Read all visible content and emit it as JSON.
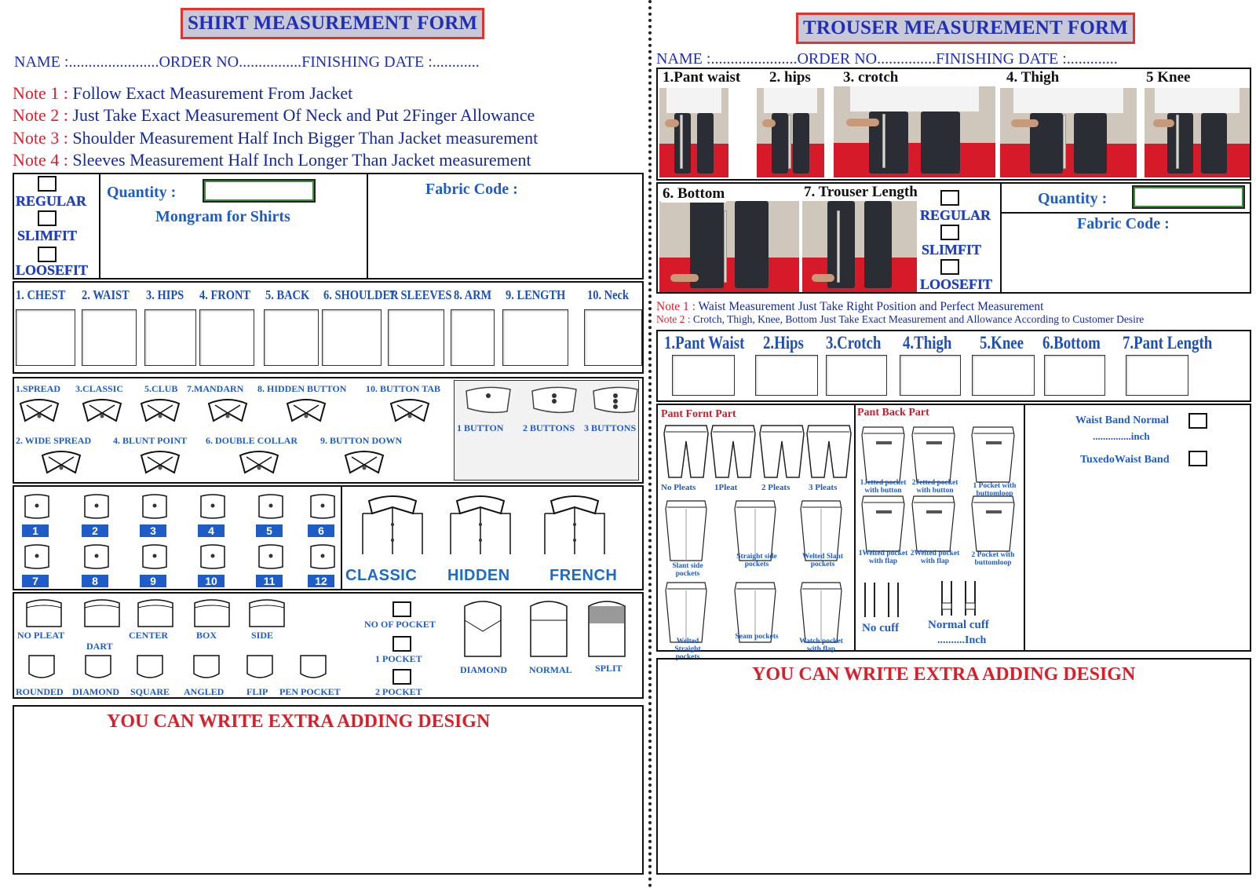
{
  "shirt": {
    "title": "SHIRT MEASUREMENT FORM",
    "header": {
      "name": "NAME",
      "order": "ORDER NO",
      "finishing": "FINISHING DATE"
    },
    "notes": [
      {
        "label": "Note 1 :",
        "text": "Follow  Exact Measurement From Jacket"
      },
      {
        "label": "Note 2 :",
        "text": "Just Take Exact Measurement Of Neck and Put 2Finger Allowance"
      },
      {
        "label": "Note 3 :",
        "text": "Shoulder Measurement Half Inch Bigger Than Jacket measurement"
      },
      {
        "label": "Note 4 :",
        "text": "Sleeves Measurement Half Inch Longer Than Jacket measurement"
      }
    ],
    "fits": [
      "REGULAR",
      "SLIMFIT",
      "LOOSEFIT"
    ],
    "quantity_label": "Quantity :",
    "monogram_label": "Mongram for Shirts",
    "fabric_label": "Fabric Code :",
    "measurements": [
      "1. CHEST",
      "2. WAIST",
      "3. HIPS",
      "4. FRONT",
      "5. BACK",
      "6. SHOULDER",
      "7. SLEEVES",
      "8. ARM",
      "9. LENGTH",
      "10. Neck"
    ],
    "collars_row1": [
      "1.SPREAD",
      "3.CLASSIC",
      "5.CLUB",
      "7.MANDARN",
      "8. HIDDEN BUTTON",
      "10. BUTTON TAB"
    ],
    "collars_row2": [
      "2. WIDE SPREAD",
      "4. BLUNT POINT",
      "6. DOUBLE COLLAR",
      "9. BUTTON DOWN"
    ],
    "buttons": [
      "1 BUTTON",
      "2 BUTTONS",
      "3 BUTTONS"
    ],
    "cuffs": [
      "1",
      "2",
      "3",
      "4",
      "5",
      "6",
      "7",
      "8",
      "9",
      "10",
      "11",
      "12"
    ],
    "placket": [
      "CLASSIC",
      "HIDDEN",
      "FRENCH"
    ],
    "pleats": [
      "NO PLEAT",
      "DART",
      "CENTER",
      "BOX",
      "SIDE"
    ],
    "pocket_styles": [
      "ROUNDED",
      "DIAMOND",
      "SQUARE",
      "ANGLED",
      "FLIP",
      "PEN POCKET"
    ],
    "pocket_count": [
      "NO OF POCKET",
      "1 POCKET",
      "2 POCKET"
    ],
    "yoke": [
      "DIAMOND",
      "NORMAL",
      "SPLIT"
    ],
    "extra": "YOU CAN WRITE EXTRA ADDING DESIGN"
  },
  "trouser": {
    "title": "TROUSER MEASUREMENT FORM",
    "header": {
      "name": "NAME",
      "order": "ORDER NO",
      "finishing": "FINISHING DATE"
    },
    "photos": [
      "1.Pant waist",
      "2. hips",
      "3. crotch",
      "4. Thigh",
      "5 Knee",
      "6. Bottom",
      "7. Trouser Length"
    ],
    "fits": [
      "REGULAR",
      "SLIMFIT",
      "LOOSEFIT"
    ],
    "quantity_label": "Quantity :",
    "fabric_label": "Fabric Code :",
    "notes": [
      {
        "label": "Note 1 :",
        "text": "Waist Measurement Just Take Right Position and Perfect Measurement"
      },
      {
        "label": "Note 2 :",
        "text": "Crotch, Thigh, Knee, Bottom Just Take Exact Measurement and  Allowance According to Customer Desire"
      }
    ],
    "measurements": [
      "1.Pant Waist",
      "2.Hips",
      "3.Crotch",
      "4.Thigh",
      "5.Knee",
      "6.Bottom",
      "7.Pant Length"
    ],
    "front_title": "Pant Fornt Part",
    "back_title": "Pant Back Part",
    "front_pleats": [
      "No Pleats",
      "1Pleat",
      "2 Pleats",
      "3 Pleats"
    ],
    "front_pockets": [
      "Slant side pockets",
      "Straight side pockets",
      "Welted  Slant pockets",
      "Welted  Straight pockets",
      "Seam pockets",
      "Watch pocket with flap"
    ],
    "back_pockets": [
      "1Jetted pocket with button",
      "2Jetted pocket with button",
      "1 Pocket with buttomloop",
      "1Welted pocket with flap",
      "2Welted pocket with flap",
      "2 Pocket with buttomloop"
    ],
    "cuffs": [
      "No cuff",
      "Normal cuff"
    ],
    "cuff_inch": "..........Inch",
    "waist_band_normal": "Waist Band Normal",
    "waist_inch": "...............inch",
    "tuxedo": "TuxedoWaist Band",
    "extra": "YOU CAN WRITE EXTRA ADDING DESIGN"
  }
}
